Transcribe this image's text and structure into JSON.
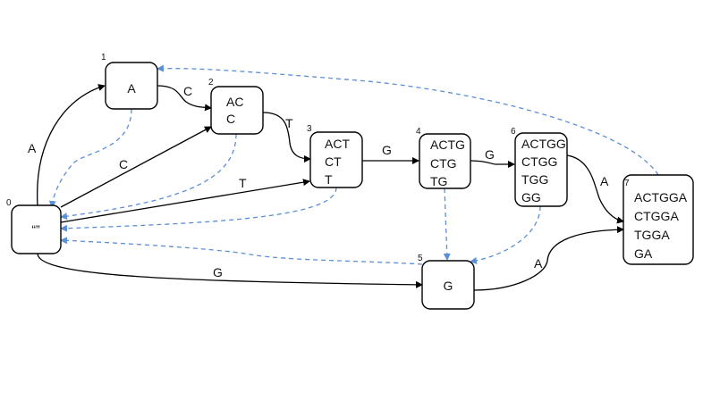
{
  "nodes": [
    {
      "id": "0",
      "lines": [
        "“”"
      ]
    },
    {
      "id": "1",
      "lines": [
        "A"
      ]
    },
    {
      "id": "2",
      "lines": [
        "AC",
        "C"
      ]
    },
    {
      "id": "3",
      "lines": [
        "ACT",
        "CT",
        "T"
      ]
    },
    {
      "id": "4",
      "lines": [
        "ACTG",
        "CTG",
        "TG"
      ]
    },
    {
      "id": "5",
      "lines": [
        "G"
      ]
    },
    {
      "id": "6",
      "lines": [
        "ACTGG",
        "CTGG",
        "TGG",
        "GG"
      ]
    },
    {
      "id": "7",
      "lines": [
        "ACTGGA",
        "CTGGA",
        "TGGA",
        "GA"
      ]
    }
  ],
  "edges": [
    {
      "from": "0",
      "to": "1",
      "label": "A"
    },
    {
      "from": "0",
      "to": "2",
      "label": "C"
    },
    {
      "from": "0",
      "to": "3",
      "label": "T"
    },
    {
      "from": "0",
      "to": "5",
      "label": "G"
    },
    {
      "from": "1",
      "to": "2",
      "label": "C"
    },
    {
      "from": "2",
      "to": "3",
      "label": "T"
    },
    {
      "from": "3",
      "to": "4",
      "label": "G"
    },
    {
      "from": "4",
      "to": "6",
      "label": "G"
    },
    {
      "from": "6",
      "to": "7",
      "label": "A"
    },
    {
      "from": "5",
      "to": "7",
      "label": "A"
    }
  ],
  "suffix_links": [
    {
      "from": "1",
      "to": "0"
    },
    {
      "from": "2",
      "to": "0"
    },
    {
      "from": "3",
      "to": "0"
    },
    {
      "from": "5",
      "to": "0"
    },
    {
      "from": "4",
      "to": "5"
    },
    {
      "from": "6",
      "to": "5"
    },
    {
      "from": "7",
      "to": "1"
    }
  ],
  "colors": {
    "transition": "#000000",
    "suffix_link": "#5b8fd6",
    "node_fill": "#ffffff"
  }
}
